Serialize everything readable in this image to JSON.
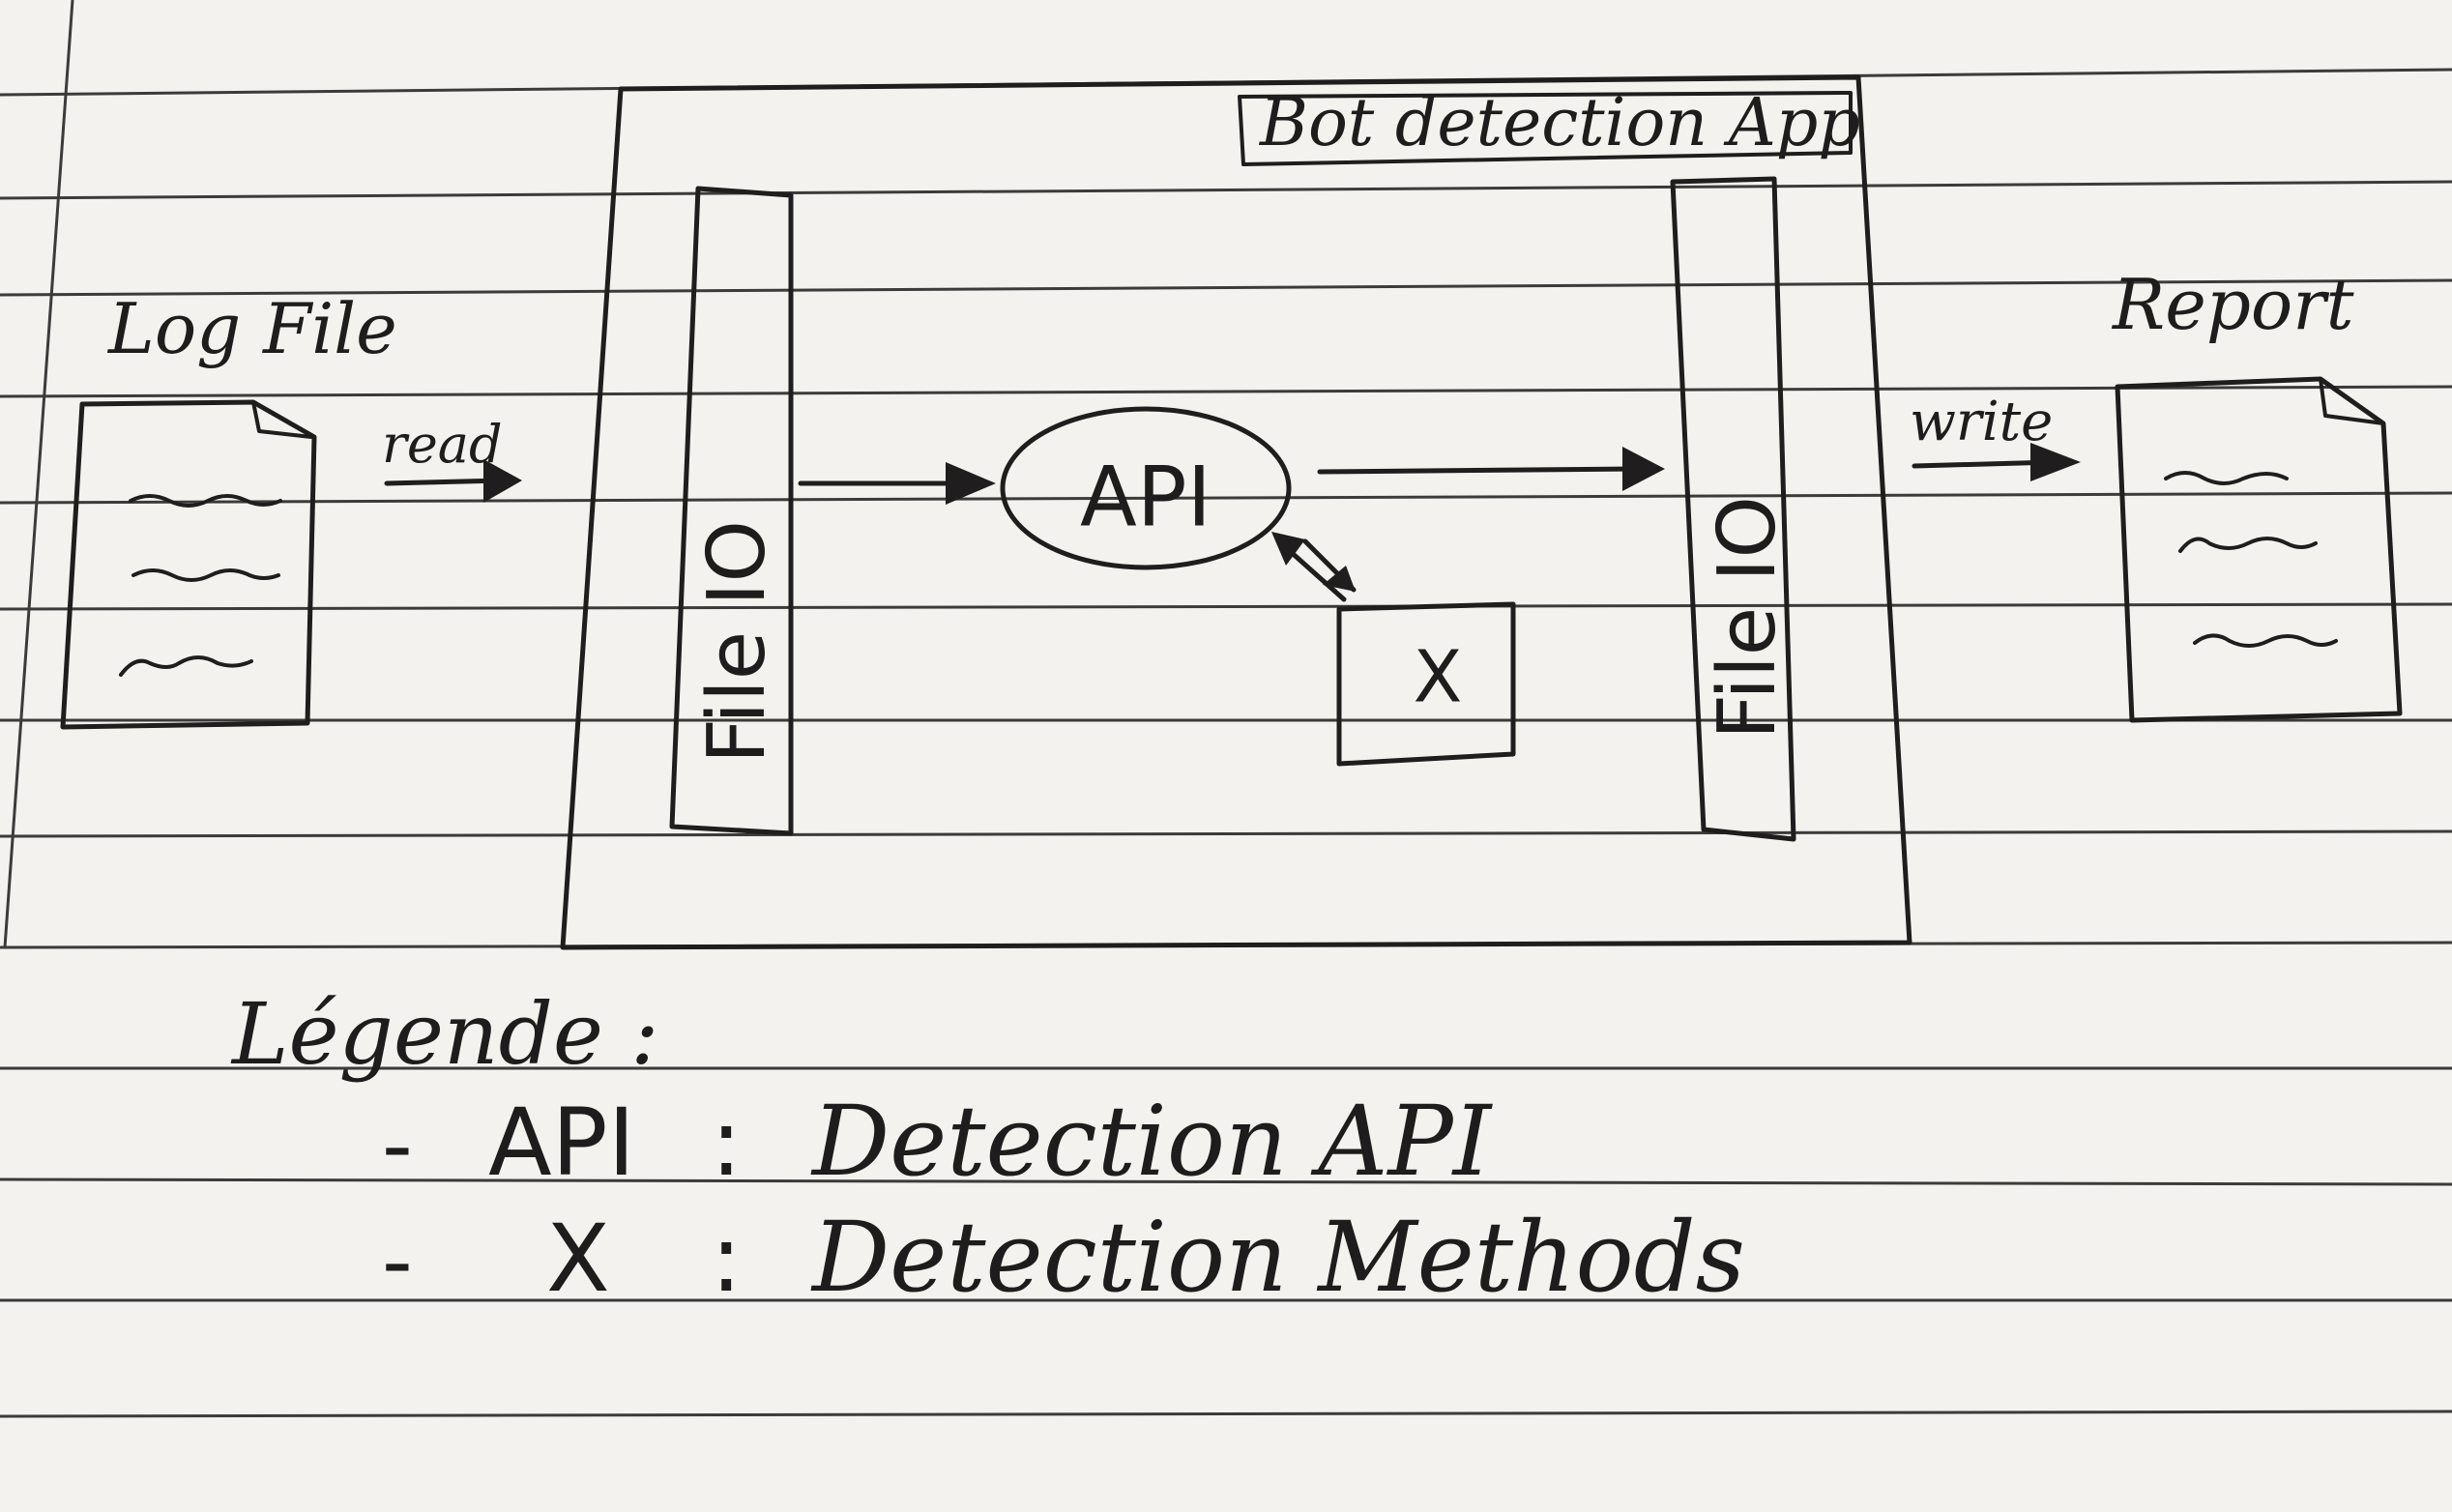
{
  "app_container": {
    "label": "Bot detection App"
  },
  "input": {
    "label": "Log File",
    "arrow_label": "read"
  },
  "output": {
    "label": "Report",
    "arrow_label": "write"
  },
  "left_io": {
    "label": "File IO"
  },
  "right_io": {
    "label": "File IO"
  },
  "api_node": {
    "label": "API"
  },
  "x_node": {
    "label": "X"
  },
  "legend": {
    "title": "Légende :",
    "items": [
      {
        "dash": "-",
        "key": "API",
        "sep": ":",
        "value": "Detection API"
      },
      {
        "dash": "-",
        "key": "X",
        "sep": ":",
        "value": "Detection Methods"
      }
    ]
  }
}
